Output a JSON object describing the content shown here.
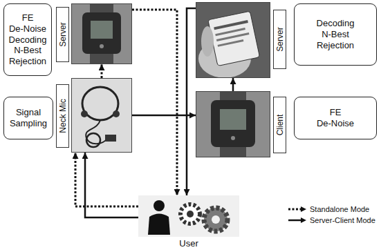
{
  "diagram": {
    "nodes": [
      {
        "text": [
          "FE",
          "De-Noise",
          "Decoding",
          "N-Best",
          "Rejection"
        ]
      },
      {
        "text": [
          "Server"
        ]
      },
      {
        "text": [
          "Server"
        ]
      },
      {
        "text": [
          "Decoding",
          "N-Best",
          "Rejection"
        ]
      },
      {
        "text": [
          "Signal Sampling"
        ]
      },
      {
        "text": [
          "Neck Mic"
        ]
      },
      {
        "text": [
          "Client"
        ]
      },
      {
        "text": [
          "FE",
          "De-Noise"
        ]
      },
      {
        "text": [
          "User"
        ]
      }
    ],
    "edges": [
      {
        "from": 8,
        "to": 5,
        "arrow": "to"
      },
      {
        "from": 5,
        "to": 1,
        "arrow": "to"
      },
      {
        "from": 1,
        "to": 8,
        "arrow": "to"
      },
      {
        "from": 8,
        "to": 5,
        "arrow": "to"
      },
      {
        "from": 5,
        "to": 6,
        "arrow": "to"
      },
      {
        "from": 6,
        "to": 2,
        "arrow": "to"
      },
      {
        "from": 2,
        "to": 8,
        "arrow": "to"
      }
    ],
    "legend": [
      {
        "text": "Standalone Mode"
      },
      {
        "text": "Server-Client Mode"
      }
    ]
  }
}
